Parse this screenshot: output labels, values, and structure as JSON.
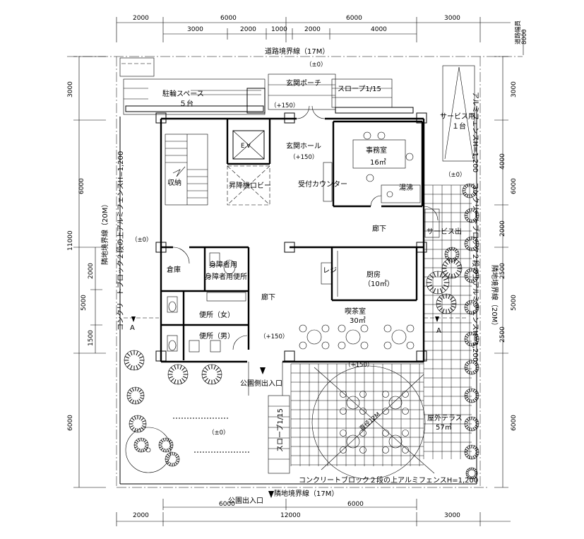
{
  "dimensions": {
    "top_outer": [
      "2000",
      "6000",
      "6000",
      "3000"
    ],
    "top_inner": [
      "3000",
      "2000",
      "1000",
      "2000",
      "4000"
    ],
    "bottom_inner": [
      "6000",
      "6000"
    ],
    "bottom_outer": [
      "2000",
      "12000",
      "3000"
    ],
    "left_outer": [
      "3000",
      "6000",
      "11000",
      "6000"
    ],
    "left_inner": [
      "2000",
      "5000",
      "1500"
    ],
    "right_outer": [
      "3000",
      "4000",
      "6000",
      "2000",
      "2500",
      "5000",
      "2500",
      "6000"
    ],
    "road_width_value": "8000",
    "road_width_label": "道路幅員"
  },
  "boundaries": {
    "road_boundary": "道路境界線（17M）",
    "neighbor_bottom": "隣地境界線（17M）",
    "neighbor_left": "隣地境界線（20M）",
    "neighbor_right": "隣地境界線（20M）",
    "fence_left": "コンクリートブロック２段の上アルミフェンスH=1,200",
    "fence_right": "コンクリートブロック２段の上アルミフェンスH=1,200",
    "fence_bottom": "コンクリートブロック２段の上アルミフェンスH=1,200",
    "fence_top_right": "アルミフェンスH=1,200"
  },
  "rooms": {
    "bicycle_parking": "駐輪スペース",
    "bicycle_count": "５台",
    "entrance_porch": "玄関ポーチ",
    "entrance_hall": "玄関ホール",
    "elevator": "E.V",
    "elevator_lobby": "昇降機ロビー",
    "storage": "収納",
    "reception_counter": "受付カウンター",
    "office": "事務室",
    "office_area": "16㎡",
    "kitchenette": "湯沸",
    "service_parking": "サービス用",
    "service_count": "１台",
    "service_exit": "サービス出",
    "corridor_east": "廊下",
    "corridor_west": "廊下",
    "warehouse": "倉庫",
    "accessible_wc_1": "身障者用",
    "accessible_wc_2": "便所",
    "accessible_wc_full": "身障者用便所",
    "register": "レジ",
    "kitchen": "厨房",
    "kitchen_area": "（10㎡）",
    "cafe": "喫茶室",
    "cafe_area": "30㎡",
    "wc_female": "便所（女）",
    "wc_male": "便所（男）",
    "outdoor_terrace": "屋外テラス",
    "terrace_area": "57㎡",
    "park_entrance_mid": "公園側出入口",
    "park_entrance_bottom": "公園出入口",
    "circle_dia": "直径12M"
  },
  "slopes": {
    "slope_top": "スロープ1/15",
    "slope_left": "スロープ1/15"
  },
  "levels": {
    "road": "（±0）",
    "porch": "（+150）",
    "hall": "（+150）",
    "terrace": "（+150）",
    "toilets": "（+150）",
    "west_yard": "（±0）",
    "service_yard": "（±0）",
    "west_lawn": "（±0）"
  },
  "section_marks": {
    "left": "A",
    "right": "A"
  }
}
